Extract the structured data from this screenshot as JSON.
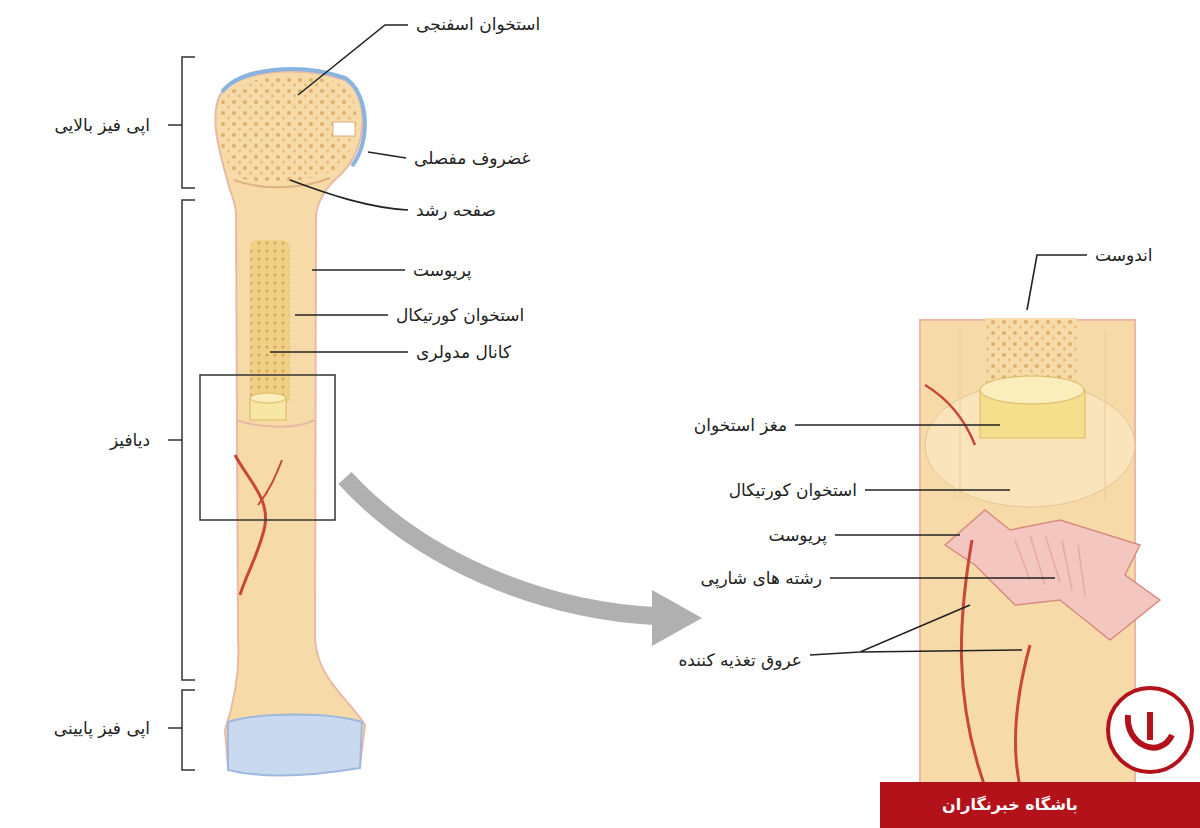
{
  "diagram": {
    "labels": [
      "استخوان اسفنجی",
      "اپی فیز بالایی",
      "غضروف مفصلی",
      "صفحه رشد",
      "پریوست",
      "استخوان کورتیکال",
      "کانال مدولری",
      "دیافیز",
      "اپی فیز پایینی",
      "اندوست",
      "مغز استخوان",
      "استخوان کورتیکال",
      "پریوست",
      "رشته های شارپی",
      "عروق تغذیه کننده",
      "باشگاه خبرنگاران"
    ]
  }
}
